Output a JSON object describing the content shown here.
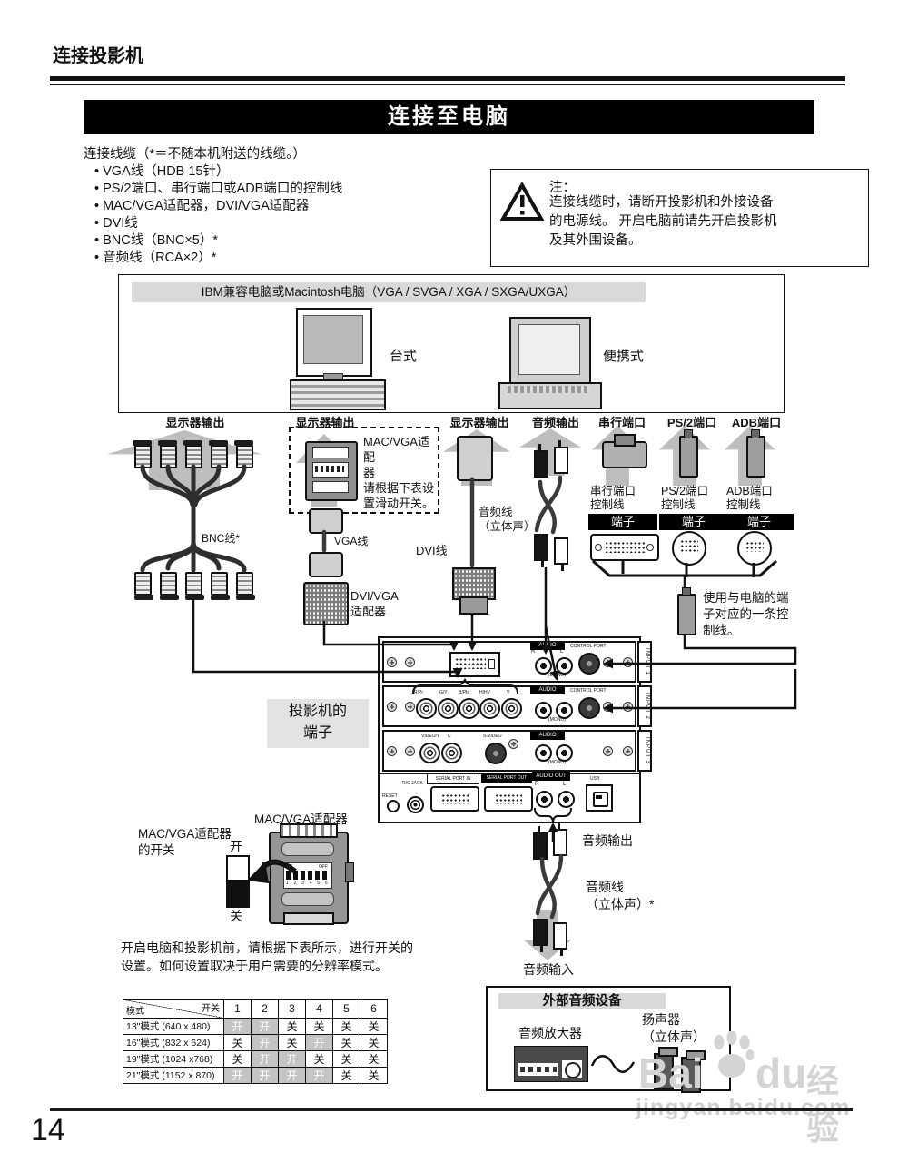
{
  "page": {
    "header": "连接投影机",
    "page_number": "14"
  },
  "banner": {
    "title": "连接至电脑"
  },
  "cables": {
    "intro": "连接线缆（*＝不随本机附送的线缆。）",
    "items": [
      "• VGA线（HDB 15针）",
      "• PS/2端口、串行端口或ADB端口的控制线",
      "• MAC/VGA适配器，DVI/VGA适配器",
      "• DVI线",
      "• BNC线（BNC×5）*",
      "• 音频线（RCA×2）*"
    ]
  },
  "note": {
    "title": "注：",
    "body": "连接线缆时，请断开投影机和外接设备\n的电源线。 开启电脑前请先开启投影机\n及其外围设备。"
  },
  "computer": {
    "header": "IBM兼容电脑或Macintosh电脑（VGA / SVGA / XGA / SXGA/UXGA）",
    "desktop": "台式",
    "laptop": "便携式"
  },
  "ports": [
    "显示器输出",
    "显示器输出",
    "显示器输出",
    "音频输出",
    "串行端口",
    "PS/2端口",
    "ADB端口"
  ],
  "columns": {
    "bnc_cable": "BNC线*",
    "mac_adapter": "MAC/VGA适配\n器\n请根据下表设\n置滑动开关。",
    "vga_cable": "VGA线",
    "dvi_vga_adapter": "DVI/VGA\n适配器",
    "dvi_cable": "DVI线",
    "audio_cable": "音频线\n（立体声）*",
    "serial_control": "串行端口\n控制线",
    "ps2_control": "PS/2端口\n控制线",
    "adb_control": "ADB端口\n控制线",
    "terminal": "端子",
    "control_note": "使用与电脑的端\n子对应的一条控\n制线。"
  },
  "panel": {
    "label": "投影机的\n端子",
    "audio": "AUDIO",
    "control_port": "CONTROL PORT",
    "mono": "(MONO)",
    "r": "R",
    "l": "L",
    "bnc": [
      "R/Pr",
      "G/Y",
      "B/Pb",
      "H/HV",
      "V"
    ],
    "video_y": "VIDEO/Y",
    "c": "C",
    "s_video": "S-VIDEO",
    "rc_jack": "R/C JACK",
    "reset": "RESET",
    "serial_in": "SERIAL PORT IN",
    "serial_out": "SERIAL PORT OUT",
    "audio_out": "AUDIO OUT",
    "usb": "USB",
    "inputs": [
      "INPUT 1",
      "INPUT 2",
      "INPUT 3"
    ]
  },
  "adapter": {
    "title": "MAC/VGA适配器",
    "switch_label": "MAC/VGA适配器\n的开关",
    "on": "开",
    "off": "关",
    "dip_on": "ON",
    "dip_off": "OFF",
    "dip_numbers": "1 2 3 4 5 6"
  },
  "footer_note": "开启电脑和投影机前，请根据下表所示，进行开关的\n设置。如何设置取决于用户需要的分辨率模式。",
  "switch_table": {
    "corner_top": "开关",
    "corner_bottom": "模式",
    "columns": [
      "1",
      "2",
      "3",
      "4",
      "5",
      "6"
    ],
    "rows": [
      {
        "mode": "13\"模式 (640 x 480)",
        "values": [
          "开",
          "开",
          "关",
          "关",
          "关",
          "关"
        ]
      },
      {
        "mode": "16\"模式 (832 x 624)",
        "values": [
          "关",
          "开",
          "关",
          "开",
          "关",
          "关"
        ]
      },
      {
        "mode": "19\"模式 (1024 x768)",
        "values": [
          "关",
          "开",
          "开",
          "关",
          "关",
          "关"
        ]
      },
      {
        "mode": "21\"模式 (1152 x 870)",
        "values": [
          "开",
          "开",
          "开",
          "开",
          "关",
          "关"
        ]
      }
    ]
  },
  "audio_flow": {
    "out": "音频输出",
    "cable": "音频线\n（立体声）*",
    "in": "音频输入"
  },
  "external_audio": {
    "header": "外部音频设备",
    "amplifier": "音频放大器",
    "speaker": "扬声器\n（立体声）"
  },
  "watermark": {
    "brand_left": "Bai",
    "brand_right": "du",
    "brand_cn": "经验",
    "url": "jingyan.baidu.com"
  },
  "colors": {
    "arrow_gray": "#bdbdbd",
    "bar_black": "#000000",
    "shade_gray": "#d9d9d9",
    "table_on": "#c4c4c4"
  }
}
